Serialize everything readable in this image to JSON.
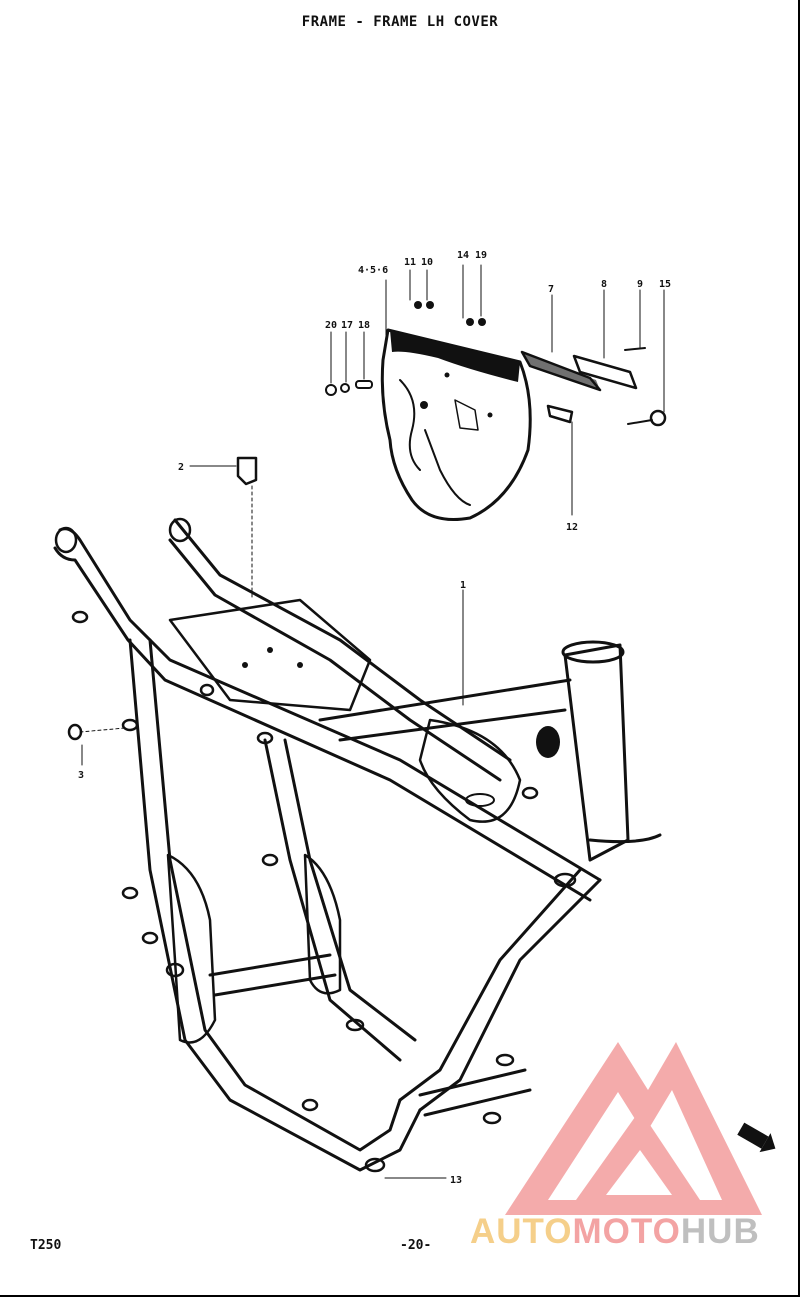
{
  "title": "FRAME - FRAME LH COVER",
  "footer": {
    "model": "T250",
    "page": "-20-"
  },
  "watermark": {
    "part1": "AUTO",
    "part2": "MOTO",
    "part3": "HUB",
    "colors": {
      "auto": "#f5cf8a",
      "moto": "#f3a3a3",
      "hub": "#bfbfbf",
      "logo": "#f3a3a3"
    }
  },
  "callouts": {
    "c_456": "4·5·6",
    "c_11": "11",
    "c_10": "10",
    "c_14": "14",
    "c_19": "19",
    "c_20": "20",
    "c_17": "17",
    "c_18": "18",
    "c_7": "7",
    "c_8": "8",
    "c_9": "9",
    "c_15": "15",
    "c_12": "12",
    "c_2": "2",
    "c_1": "1",
    "c_3": "3",
    "c_13": "13"
  },
  "icons": {
    "front_arrow": "front-arrow-icon",
    "logo": "triangle-logo-icon"
  }
}
